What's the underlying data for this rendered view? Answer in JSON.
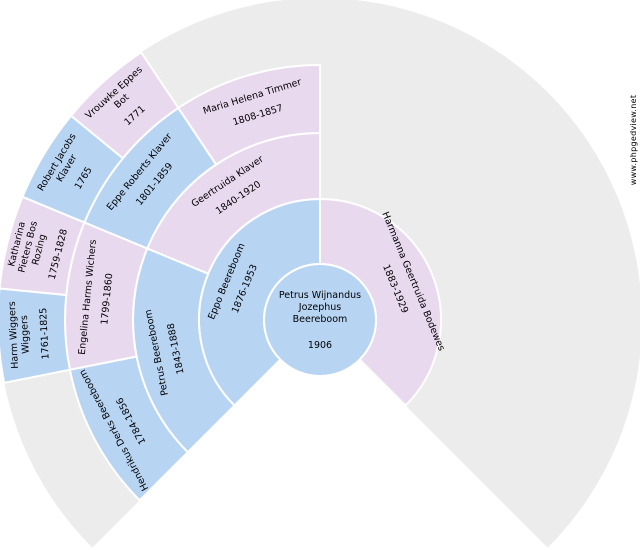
{
  "watermark": "www.phpgedview.net",
  "colors": {
    "male": "#b8d4f3",
    "female": "#e9d9ef",
    "empty": "#ececec",
    "border": "#ffffff",
    "root": "#b8d4f3"
  },
  "root": {
    "name_lines": [
      "Petrus Wijnandus",
      "Jozephus",
      "Beereboom"
    ],
    "dates": "1906"
  },
  "ancestors": [
    {
      "id": "father",
      "gen": 1,
      "slot": 0,
      "sex": "M",
      "name_lines": [
        "Eppo Beereboom"
      ],
      "dates": "1876-1953"
    },
    {
      "id": "mother",
      "gen": 1,
      "slot": 1,
      "sex": "F",
      "name_lines": [
        "Harmanna Geertruida Bodewes"
      ],
      "dates": "1883-1929"
    },
    {
      "id": "paternal-grandfather",
      "gen": 2,
      "slot": 0,
      "sex": "M",
      "name_lines": [
        "Petrus Beereboom"
      ],
      "dates": "1843-1888"
    },
    {
      "id": "paternal-grandmother",
      "gen": 2,
      "slot": 1,
      "sex": "F",
      "name_lines": [
        "Geertruida Klaver"
      ],
      "dates": "1840-1920"
    },
    {
      "id": "ggf-1",
      "gen": 3,
      "slot": 0,
      "sex": "M",
      "name_lines": [
        "Hendrikus Derks Beereboom"
      ],
      "dates": "1784-1856"
    },
    {
      "id": "ggm-1",
      "gen": 3,
      "slot": 1,
      "sex": "F",
      "name_lines": [
        "Engelina Harms Wichers"
      ],
      "dates": "1799-1860"
    },
    {
      "id": "ggf-2",
      "gen": 3,
      "slot": 2,
      "sex": "M",
      "name_lines": [
        "Eppe Roberts Klaver"
      ],
      "dates": "1801-1859"
    },
    {
      "id": "ggm-2",
      "gen": 3,
      "slot": 3,
      "sex": "F",
      "name_lines": [
        "Maria Helena Timmer"
      ],
      "dates": "1808-1857"
    },
    {
      "id": "gggf-3",
      "gen": 4,
      "slot": 2,
      "sex": "M",
      "name_lines": [
        "Harm Wiggers",
        "Wiggers"
      ],
      "dates": "1761-1825"
    },
    {
      "id": "gggm-3",
      "gen": 4,
      "slot": 3,
      "sex": "F",
      "name_lines": [
        "Katharina",
        "Pieters Bos",
        "Rozing"
      ],
      "dates": "1759-1828"
    },
    {
      "id": "gggf-4",
      "gen": 4,
      "slot": 4,
      "sex": "M",
      "name_lines": [
        "Robert Jacobs",
        "Klaver"
      ],
      "dates": "1765"
    },
    {
      "id": "gggm-4",
      "gen": 4,
      "slot": 5,
      "sex": "F",
      "name_lines": [
        "Vrouwke Eppes",
        "Bot"
      ],
      "dates": "1771"
    }
  ]
}
